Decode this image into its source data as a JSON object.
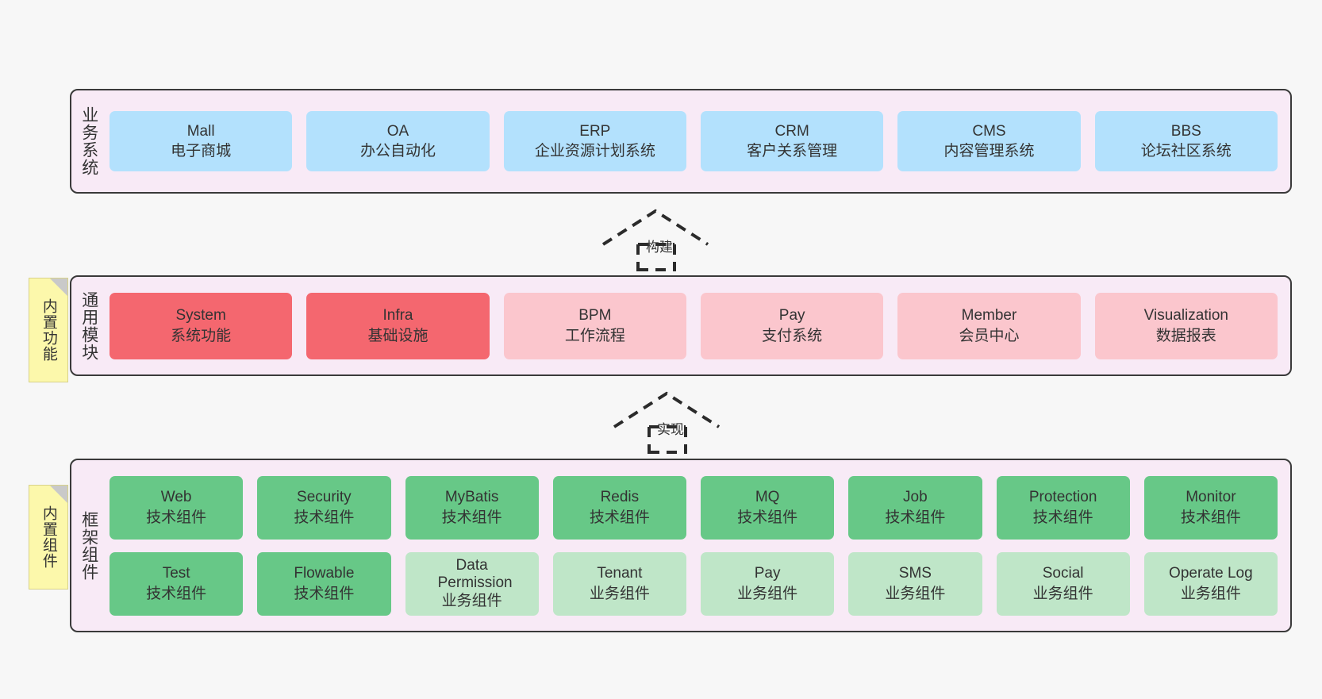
{
  "diagram": {
    "title_hidden": "",
    "colors": {
      "panel_bg": "#f8eaf6",
      "panel_border": "#3a3a3a",
      "business": "#b3e1fd",
      "module_core": "#f4676f",
      "module_plain": "#fbc6cd",
      "component_tech": "#67c887",
      "component_biz": "#bfe6c8",
      "note_bg": "#fcf8ab",
      "note_fold": "#c9c9c9",
      "page_bg": "#f7f7f7"
    },
    "layers": [
      {
        "id": "business-system",
        "title": "业务系统",
        "rows": [
          {
            "cards": [
              {
                "en": "Mall",
                "cn": "电子商城",
                "color": "c-blue"
              },
              {
                "en": "OA",
                "cn": "办公自动化",
                "color": "c-blue"
              },
              {
                "en": "ERP",
                "cn": "企业资源计划系统",
                "color": "c-blue"
              },
              {
                "en": "CRM",
                "cn": "客户关系管理",
                "color": "c-blue"
              },
              {
                "en": "CMS",
                "cn": "内容管理系统",
                "color": "c-blue"
              },
              {
                "en": "BBS",
                "cn": "论坛社区系统",
                "color": "c-blue"
              }
            ]
          }
        ]
      },
      {
        "id": "common-module",
        "title": "通用模块",
        "note": "内置功能",
        "rows": [
          {
            "cards": [
              {
                "en": "System",
                "cn": "系统功能",
                "color": "c-red"
              },
              {
                "en": "Infra",
                "cn": "基础设施",
                "color": "c-red"
              },
              {
                "en": "BPM",
                "cn": "工作流程",
                "color": "c-pink"
              },
              {
                "en": "Pay",
                "cn": "支付系统",
                "color": "c-pink"
              },
              {
                "en": "Member",
                "cn": "会员中心",
                "color": "c-pink"
              },
              {
                "en": "Visualization",
                "cn": "数据报表",
                "color": "c-pink"
              }
            ]
          }
        ]
      },
      {
        "id": "framework-component",
        "title": "框架组件",
        "note": "内置组件",
        "rows": [
          {
            "cards": [
              {
                "en": "Web",
                "cn": "技术组件",
                "color": "c-green"
              },
              {
                "en": "Security",
                "cn": "技术组件",
                "color": "c-green"
              },
              {
                "en": "MyBatis",
                "cn": "技术组件",
                "color": "c-green"
              },
              {
                "en": "Redis",
                "cn": "技术组件",
                "color": "c-green"
              },
              {
                "en": "MQ",
                "cn": "技术组件",
                "color": "c-green"
              },
              {
                "en": "Job",
                "cn": "技术组件",
                "color": "c-green"
              },
              {
                "en": "Protection",
                "cn": "技术组件",
                "color": "c-green"
              },
              {
                "en": "Monitor",
                "cn": "技术组件",
                "color": "c-green"
              }
            ]
          },
          {
            "cards": [
              {
                "en": "Test",
                "cn": "技术组件",
                "color": "c-green"
              },
              {
                "en": "Flowable",
                "cn": "技术组件",
                "color": "c-green"
              },
              {
                "en": "Data Permission",
                "cn": "业务组件",
                "color": "c-lgreen"
              },
              {
                "en": "Tenant",
                "cn": "业务组件",
                "color": "c-lgreen"
              },
              {
                "en": "Pay",
                "cn": "业务组件",
                "color": "c-lgreen"
              },
              {
                "en": "SMS",
                "cn": "业务组件",
                "color": "c-lgreen"
              },
              {
                "en": "Social",
                "cn": "业务组件",
                "color": "c-lgreen"
              },
              {
                "en": "Operate Log",
                "cn": "业务组件",
                "color": "c-lgreen"
              }
            ]
          }
        ]
      }
    ],
    "connectors": [
      {
        "id": "build",
        "label": "构建"
      },
      {
        "id": "implement",
        "label": "实现"
      }
    ]
  }
}
